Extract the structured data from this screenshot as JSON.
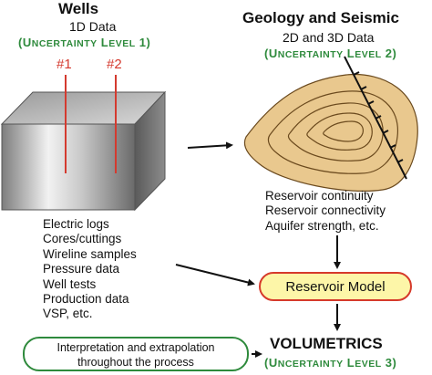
{
  "wells": {
    "title": "Wells",
    "subtitle": "1D Data",
    "uncertainty_open": "(",
    "uncertainty_U": "U",
    "uncertainty_rest": "NCERTAINTY",
    "uncertainty_L": "L",
    "uncertainty_rest2": "EVEL",
    "uncertainty_num": "1)",
    "well_labels": [
      "#1",
      "#2"
    ]
  },
  "geology": {
    "title": "Geology and Seismic",
    "subtitle": "2D and 3D Data",
    "uncertainty_open": "(",
    "uncertainty_U": "U",
    "uncertainty_rest": "NCERTAINTY",
    "uncertainty_L": "L",
    "uncertainty_rest2": "EVEL",
    "uncertainty_num": "2)",
    "notes": [
      "Reservoir continuity",
      "Reservoir connectivity",
      "Aquifer strength, etc."
    ]
  },
  "well_data_list": [
    "Electric logs",
    "Cores/cuttings",
    "Wireline samples",
    "Pressure data",
    "Well tests",
    "Production data",
    "VSP, etc."
  ],
  "reservoir_model": "Reservoir Model",
  "interpretation": [
    "Interpretation and extrapolation",
    "throughout the process"
  ],
  "volumetrics": {
    "title": "VOLUMETRICS",
    "uncertainty_open": "(",
    "uncertainty_U": "U",
    "uncertainty_rest": "NCERTAINTY",
    "uncertainty_L": "L",
    "uncertainty_rest2": "EVEL",
    "uncertainty_num": "3)"
  },
  "colors": {
    "green": "#2e8a3c",
    "red": "#d63a2b",
    "box_fill": "#fdf6a8",
    "map_fill": "#e9c88e"
  }
}
